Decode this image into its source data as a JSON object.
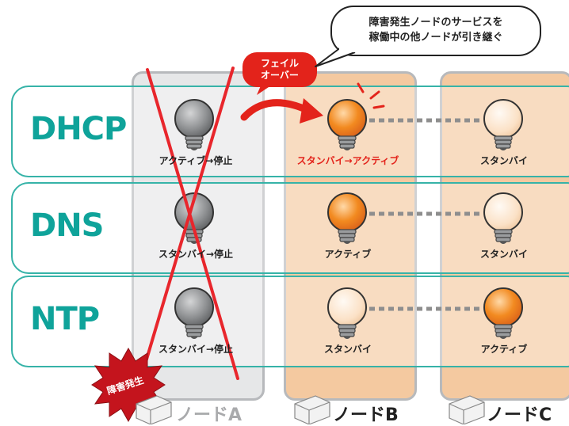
{
  "callout": {
    "line1": "障害発生ノードのサービスを",
    "line2": "稼働中の他ノードが引き継ぐ"
  },
  "failover": {
    "line1": "フェイル",
    "line2": "オーバー"
  },
  "fault_badge": "障害発生",
  "nodes": [
    "ノードA",
    "ノードB",
    "ノードC"
  ],
  "rows": [
    {
      "service": "DHCP",
      "a": "アクティブ→停止",
      "b": "スタンバイ→アクティブ",
      "c": "スタンバイ"
    },
    {
      "service": "DNS",
      "a": "スタンバイ→停止",
      "b": "アクティブ",
      "c": "スタンバイ"
    },
    {
      "service": "NTP",
      "a": "スタンバイ→停止",
      "b": "スタンバイ",
      "c": "アクティブ"
    }
  ],
  "colors": {
    "teal": "#0fa39a",
    "red": "#e3231b",
    "bulb_off": "#8f9193",
    "bulb_active": "#f28a20",
    "bulb_standby": "#fbe1c6"
  }
}
